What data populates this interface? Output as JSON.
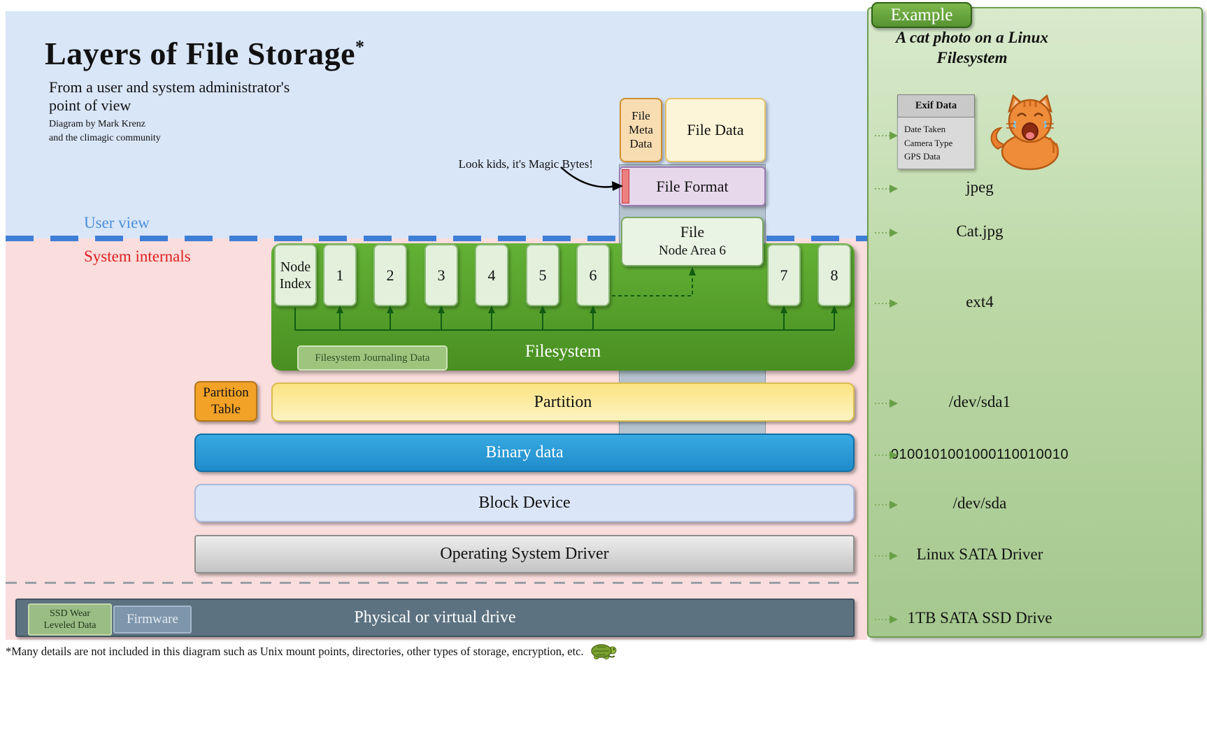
{
  "header": {
    "title": "Layers of File Storage",
    "title_sup": "*",
    "subtitle_line1": "From a user and system administrator's",
    "subtitle_line2": "point of view",
    "credit_line1": "Diagram by Mark Krenz",
    "credit_line2": "and the climagic community"
  },
  "regions": {
    "user_view": "User view",
    "system_internals": "System internals"
  },
  "file_stack": {
    "meta": "File Meta Data",
    "data": "File Data",
    "format": "File Format",
    "magic_note": "Look kids, it's Magic Bytes!",
    "file": "File",
    "node_area": "Node Area 6"
  },
  "filesystem": {
    "label": "Filesystem",
    "node_index": "Node Index",
    "nodes": [
      "1",
      "2",
      "3",
      "4",
      "5",
      "6",
      "7",
      "8"
    ],
    "journaling": "Filesystem Journaling Data"
  },
  "layers": {
    "partition_table": "Partition Table",
    "partition": "Partition",
    "binary_data": "Binary data",
    "block_device": "Block Device",
    "os_driver": "Operating System Driver",
    "drive": "Physical or virtual drive",
    "ssd_line1": "SSD Wear",
    "ssd_line2": "Leveled Data",
    "firmware": "Firmware"
  },
  "footnote": "*Many details are not included in this diagram such as Unix mount points, directories, other types of storage, encryption, etc.",
  "example": {
    "badge": "Example",
    "title": "A cat photo on a Linux Filesystem",
    "exif_header": "Exif Data",
    "exif_items": [
      "Date Taken",
      "Camera Type",
      "GPS Data"
    ],
    "rows": [
      "jpeg",
      "Cat.jpg",
      "ext4",
      "/dev/sda1",
      "0100101001000110010010",
      "/dev/sda",
      "Linux SATA Driver",
      "1TB SATA SSD Drive"
    ]
  },
  "colors": {
    "user_region": "#d9e6f8",
    "system_region": "#fadddd",
    "user_divider_blue": "#3f7ed6",
    "filesystem_green": "#53a028",
    "partition_yellow": "#fbe381",
    "binary_blue": "#2a9bd6",
    "drive_slate": "#5c7280",
    "example_panel_green": "#bcd8a6"
  }
}
